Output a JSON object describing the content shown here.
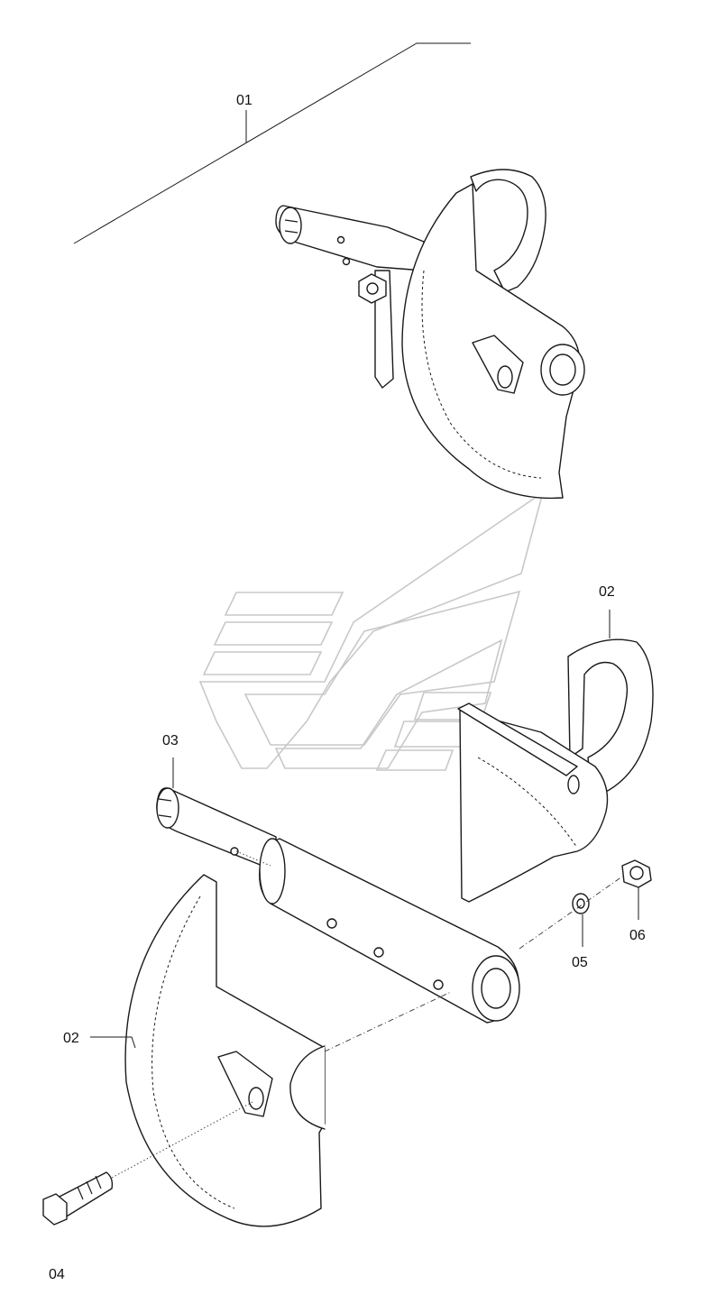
{
  "labels": {
    "part_01": "01",
    "part_02_upper": "02",
    "part_03": "03",
    "part_02_lower": "02",
    "part_05": "05",
    "part_06": "06",
    "part_04": "04"
  },
  "colors": {
    "line": "#1a1a1a",
    "background": "#ffffff",
    "watermark": "#c8c8c8"
  }
}
